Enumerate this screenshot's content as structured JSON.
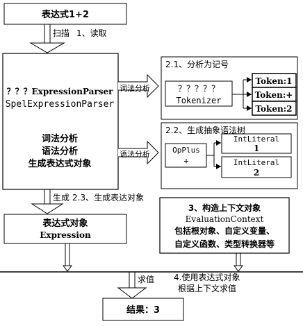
{
  "nodes": {
    "input": "表达式1+2",
    "parser_line1": "？？？ExpressionParser",
    "parser_line2": "SpelExpressionParser",
    "parser_step1": "词法分析",
    "parser_step2": "语法分析",
    "parser_step3": "生成表达式对象",
    "group1_title": "2.1、分析为记号",
    "tokenizer_line1": "？？？？？",
    "tokenizer_line2": "Tokenizer",
    "token1": "Token:1",
    "token2": "Token:+",
    "token3": "Token:2",
    "group2_title": "2.2、生成抽象语法树",
    "opplus_line1": "OpPlus",
    "opplus_line2": "+",
    "int1_line1": "IntLiteral",
    "int1_line2": "1",
    "int2_line1": "IntLiteral",
    "int2_line2": "2",
    "expr_line1": "表达式对象",
    "expr_line2": "Expression",
    "ctx_line1": "3、构造上下文对象",
    "ctx_line2": "EvaluationContext",
    "ctx_line3": "包括根对象、自定义变量、",
    "ctx_line4": "自定义函数、类型转换器等",
    "result": "结果：3"
  },
  "edges": {
    "scan": "扫描",
    "read": "1、读取",
    "lex": "词法分析",
    "syntax": "语法分析",
    "gen": "生成",
    "gen_step": "2.3、生成表达对象",
    "eval": "求值",
    "eval_step1": "4.使用表达式对象",
    "eval_step2": "根据上下文求值"
  }
}
